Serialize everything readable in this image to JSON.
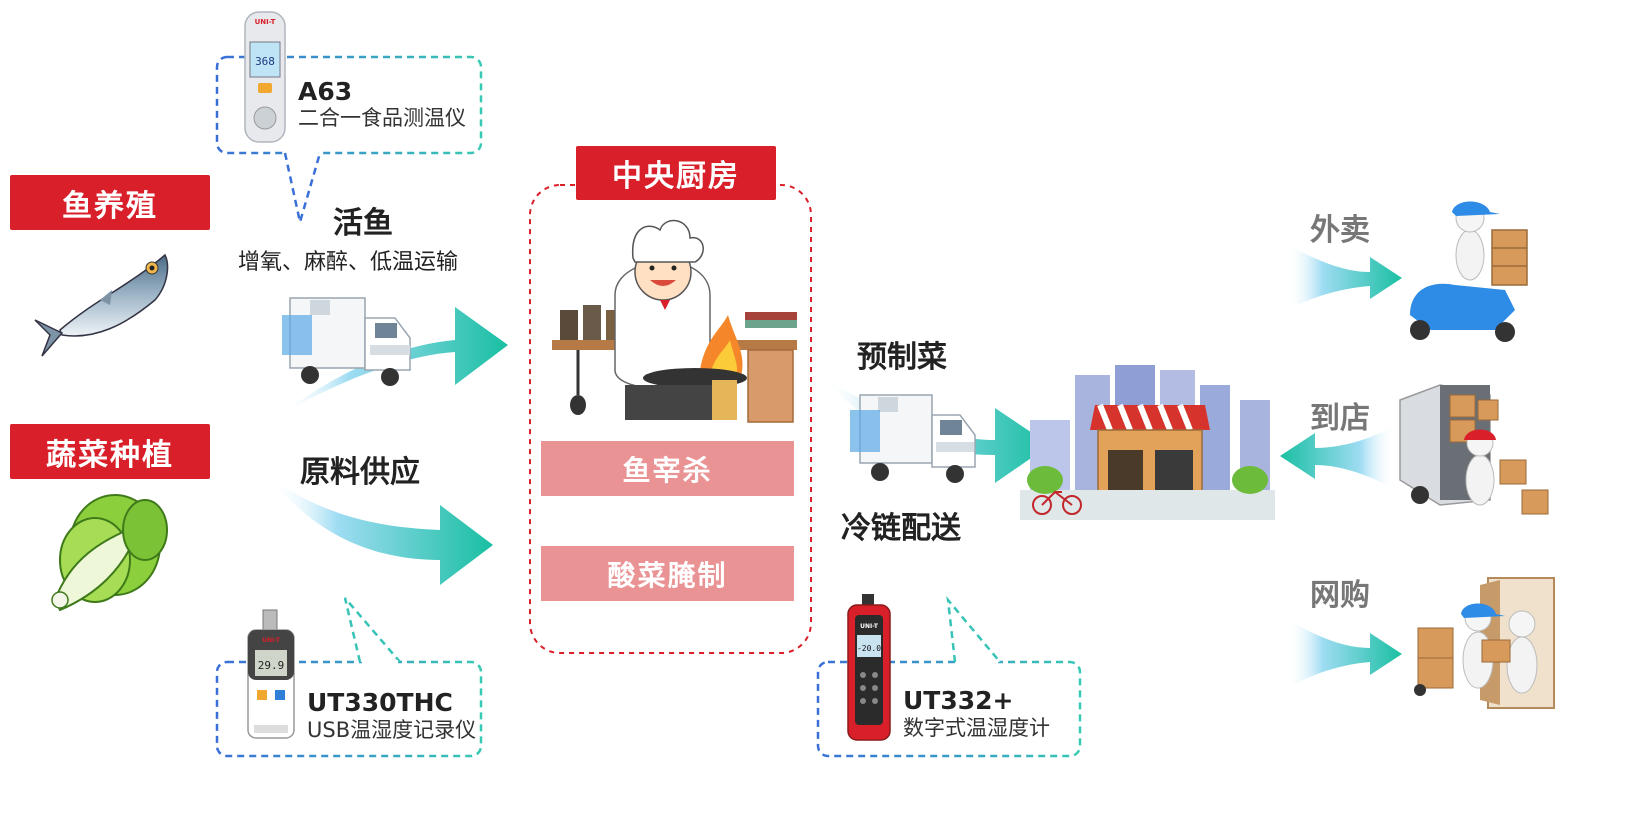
{
  "sources": {
    "fish_farming": "鱼养殖",
    "vegetable_planting": "蔬菜种植"
  },
  "transport": {
    "live_fish_title": "活鱼",
    "live_fish_sub": "增氧、麻醉、低温运输",
    "raw_supply_title": "原料供应"
  },
  "kitchen": {
    "title": "中央厨房",
    "step1": "鱼宰杀",
    "step2": "酸菜腌制"
  },
  "distribution": {
    "prepared_dishes": "预制菜",
    "cold_chain": "冷链配送"
  },
  "channels": {
    "takeout": "外卖",
    "in_store": "到店",
    "online": "网购"
  },
  "instruments": [
    {
      "model": "A63",
      "desc": "二合一食品测温仪",
      "display": "368",
      "brand": "UNI-T"
    },
    {
      "model": "UT330THC",
      "desc": "USB温湿度记录仪",
      "display": "29.9",
      "brand": "UNI-T"
    },
    {
      "model": "UT332+",
      "desc": "数字式温湿度计",
      "display": "-20.0",
      "brand": "UNI-T"
    }
  ],
  "colors": {
    "red": "#d91f2a",
    "pink": "#ea9395",
    "teal": "#1fbfa6",
    "light_blue": "#9ed8f2",
    "callout_blue": "#3a6fd8",
    "callout_teal": "#37c3b6"
  }
}
